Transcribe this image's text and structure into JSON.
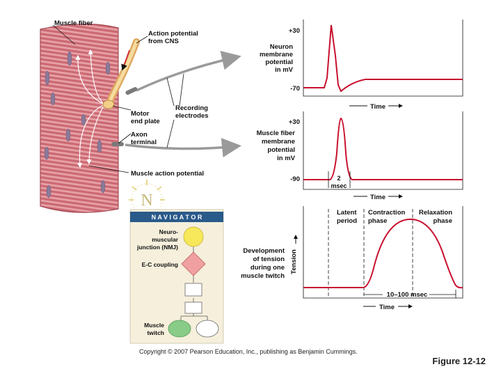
{
  "muscle": {
    "fiber_label": "Muscle fiber",
    "ap_cns": [
      "Action potential",
      "from CNS"
    ],
    "motor_end_plate": [
      "Motor",
      "end plate"
    ],
    "recording": [
      "Recording",
      "electrodes"
    ],
    "axon_terminal": [
      "Axon",
      "terminal"
    ],
    "muscle_ap": "Muscle action potential"
  },
  "panel1": {
    "ylabel": [
      "Neuron",
      "membrane",
      "potential",
      "in mV"
    ],
    "ytick_top": "+30",
    "ytick_bottom": "-70",
    "xlabel": "Time"
  },
  "panel2": {
    "ylabel": [
      "Muscle fiber",
      "membrane",
      "potential",
      "in mV"
    ],
    "ytick_top": "+30",
    "ytick_bottom": "-90",
    "duration": [
      "2",
      "msec"
    ],
    "xlabel": "Time"
  },
  "panel3": {
    "ylabel": [
      "Development",
      "of tension",
      "during one",
      "muscle twitch"
    ],
    "axis": "Tension",
    "phase_latent": [
      "Latent",
      "period"
    ],
    "phase_contraction": [
      "Contraction",
      "phase"
    ],
    "phase_relaxation": [
      "Relaxation",
      "phase"
    ],
    "duration": "10–100 msec",
    "xlabel": "Time"
  },
  "navigator": {
    "compass_letter": "N",
    "title": "N A V I G A T O R",
    "step1": [
      "Neuro-",
      "muscular",
      "junction (NMJ)"
    ],
    "step2": "E-C coupling",
    "step5": [
      "Muscle",
      "twitch"
    ]
  },
  "colors": {
    "trace": "#c8102e",
    "muscle": "#c96a72",
    "axon": "#f0c878",
    "electrode": "#9a9a9a",
    "navigator_band": "#2a5a8a",
    "navigator_bg": "#f5efdc",
    "nmj": "#f6e85a",
    "ec": "#f0a0a0",
    "twitch": "#88cc88"
  },
  "copyright": "Copyright © 2007 Pearson Education, Inc., publishing as Benjamin Cummings.",
  "figure": "Figure 12-12"
}
